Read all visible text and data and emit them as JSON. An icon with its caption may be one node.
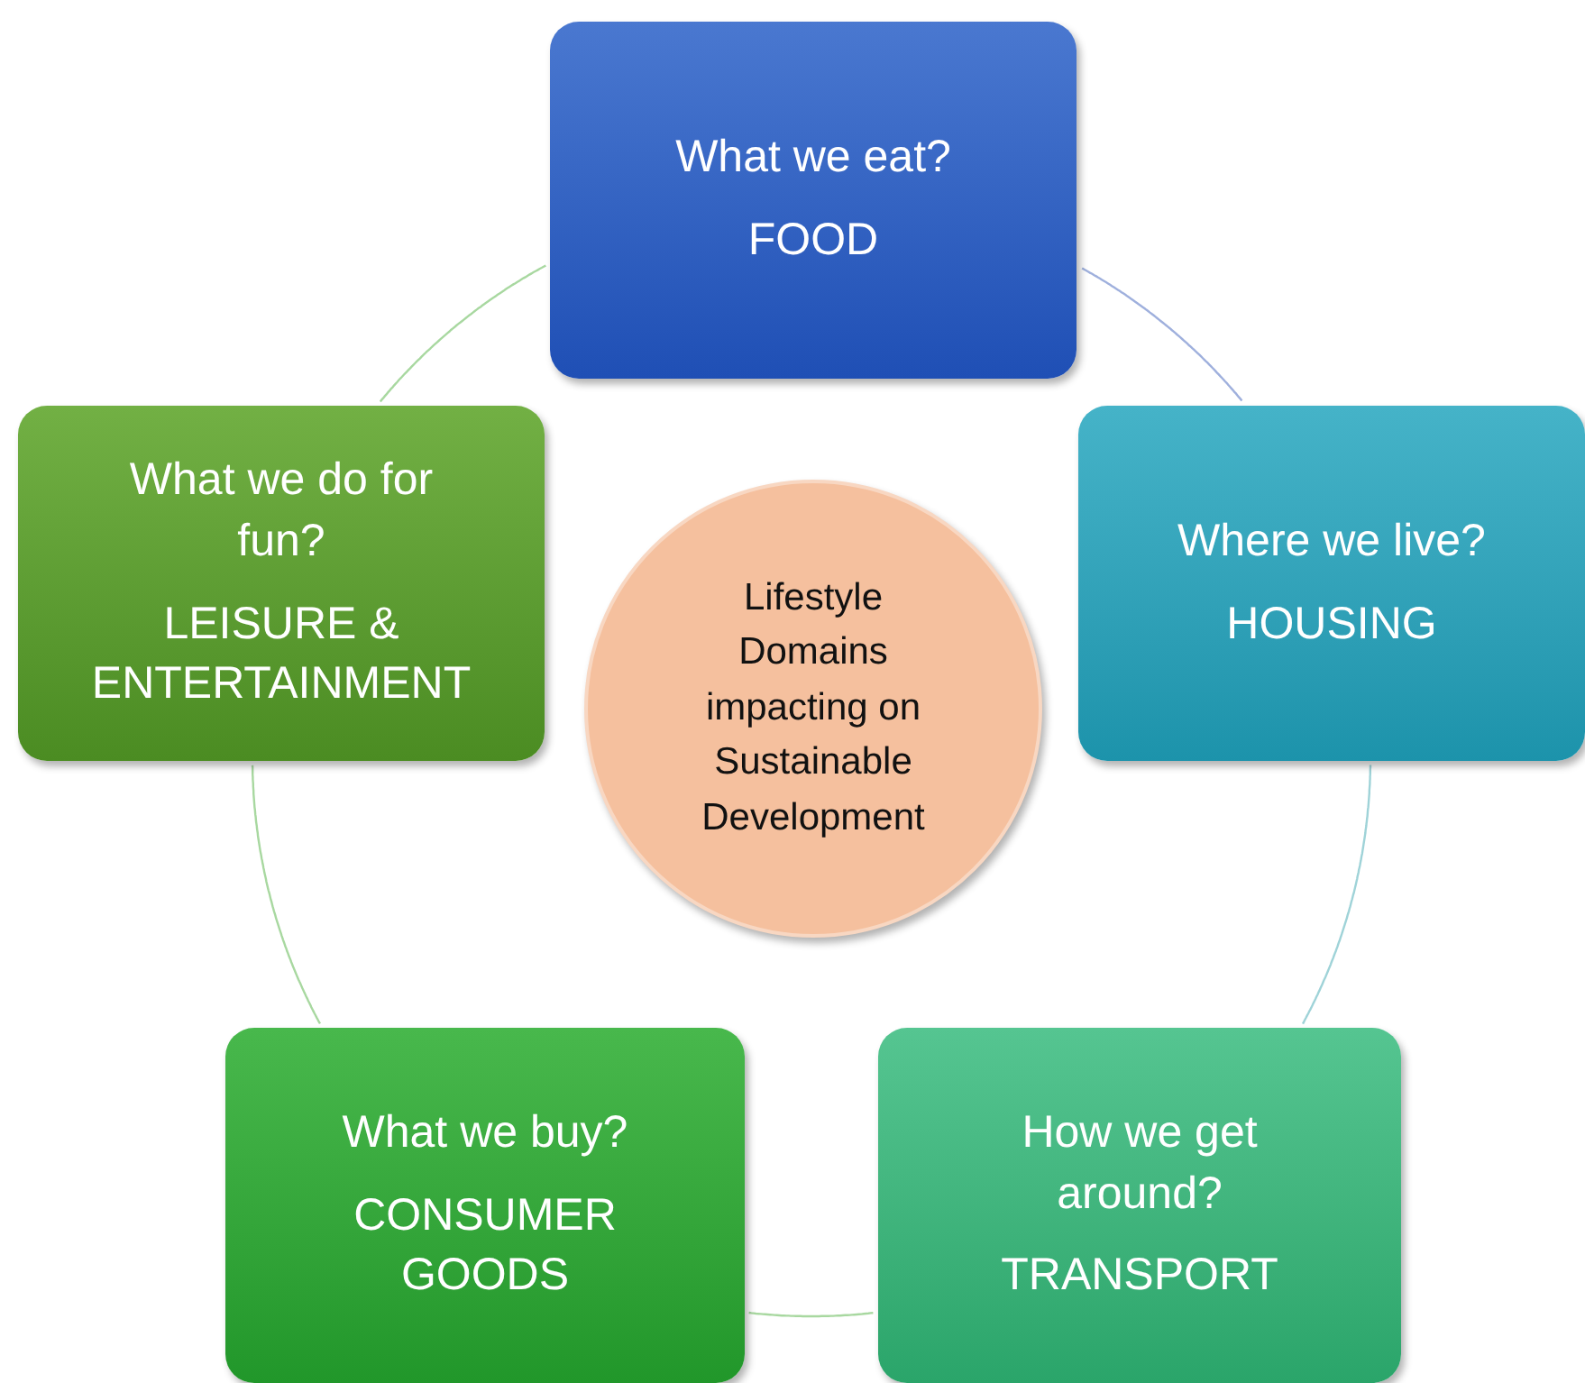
{
  "diagram": {
    "nodes": [
      {
        "text": [
          "What we eat?",
          "FOOD"
        ]
      },
      {
        "text": [
          "What we do for fun?",
          "LEISURE & ENTERTAINMENT"
        ]
      },
      {
        "text": [
          "Where we live?",
          "HOUSING"
        ]
      },
      {
        "text": [
          "Lifestyle Domains impacting on Sustainable Development"
        ]
      },
      {
        "text": [
          "What we buy?",
          "CONSUMER GOODS"
        ]
      },
      {
        "text": [
          "How we get around?",
          "TRANSPORT"
        ]
      }
    ],
    "edges": [
      {
        "from": 0,
        "to": 2,
        "arrow": "none",
        "color": "#9fb0dd"
      },
      {
        "from": 2,
        "to": 5,
        "arrow": "none",
        "color": "#9fd3d8"
      },
      {
        "from": 5,
        "to": 4,
        "arrow": "none"
      },
      {
        "from": 4,
        "to": 1,
        "arrow": "none"
      },
      {
        "from": 1,
        "to": 0,
        "arrow": "none"
      }
    ]
  }
}
